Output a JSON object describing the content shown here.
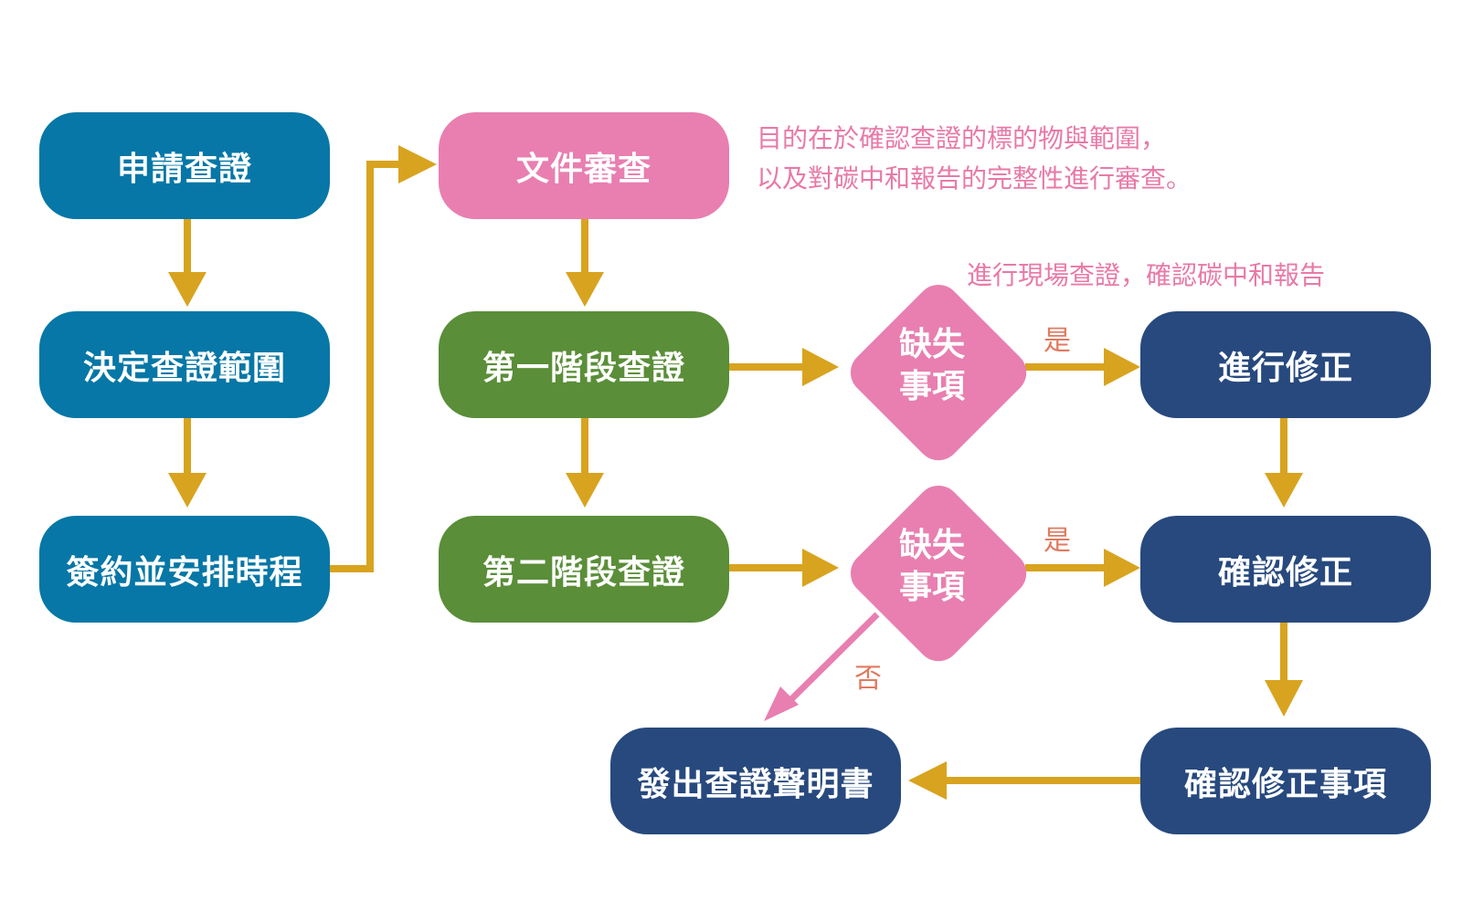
{
  "colors": {
    "cyan": "#0677a6",
    "pink": "#e87fb0",
    "green": "#5a8e38",
    "navy": "#27497e",
    "arrow": "#d8a31f",
    "note": "#e87aa8",
    "no_label": "#e07a5f"
  },
  "nodes": {
    "apply": "申請查證",
    "scope": "決定查證範圍",
    "contract": "簽約並安排時程",
    "doc_review": "文件審查",
    "stage1": "第一階段查證",
    "stage2": "第二階段查證",
    "fix": "進行修正",
    "confirm_fix": "確認修正",
    "confirm_items": "確認修正事項",
    "issue": "發出查證聲明書"
  },
  "decisions": {
    "defect1_line1": "缺失",
    "defect1_line2": "事項",
    "defect2_line1": "缺失",
    "defect2_line2": "事項"
  },
  "notes": {
    "doc_line1": "目的在於確認查證的標的物與範圍，",
    "doc_line2": "以及對碳中和報告的完整性進行審查。",
    "onsite": "進行現場查證，確認碳中和報告"
  },
  "labels": {
    "yes1": "是",
    "yes2": "是",
    "no": "否"
  }
}
